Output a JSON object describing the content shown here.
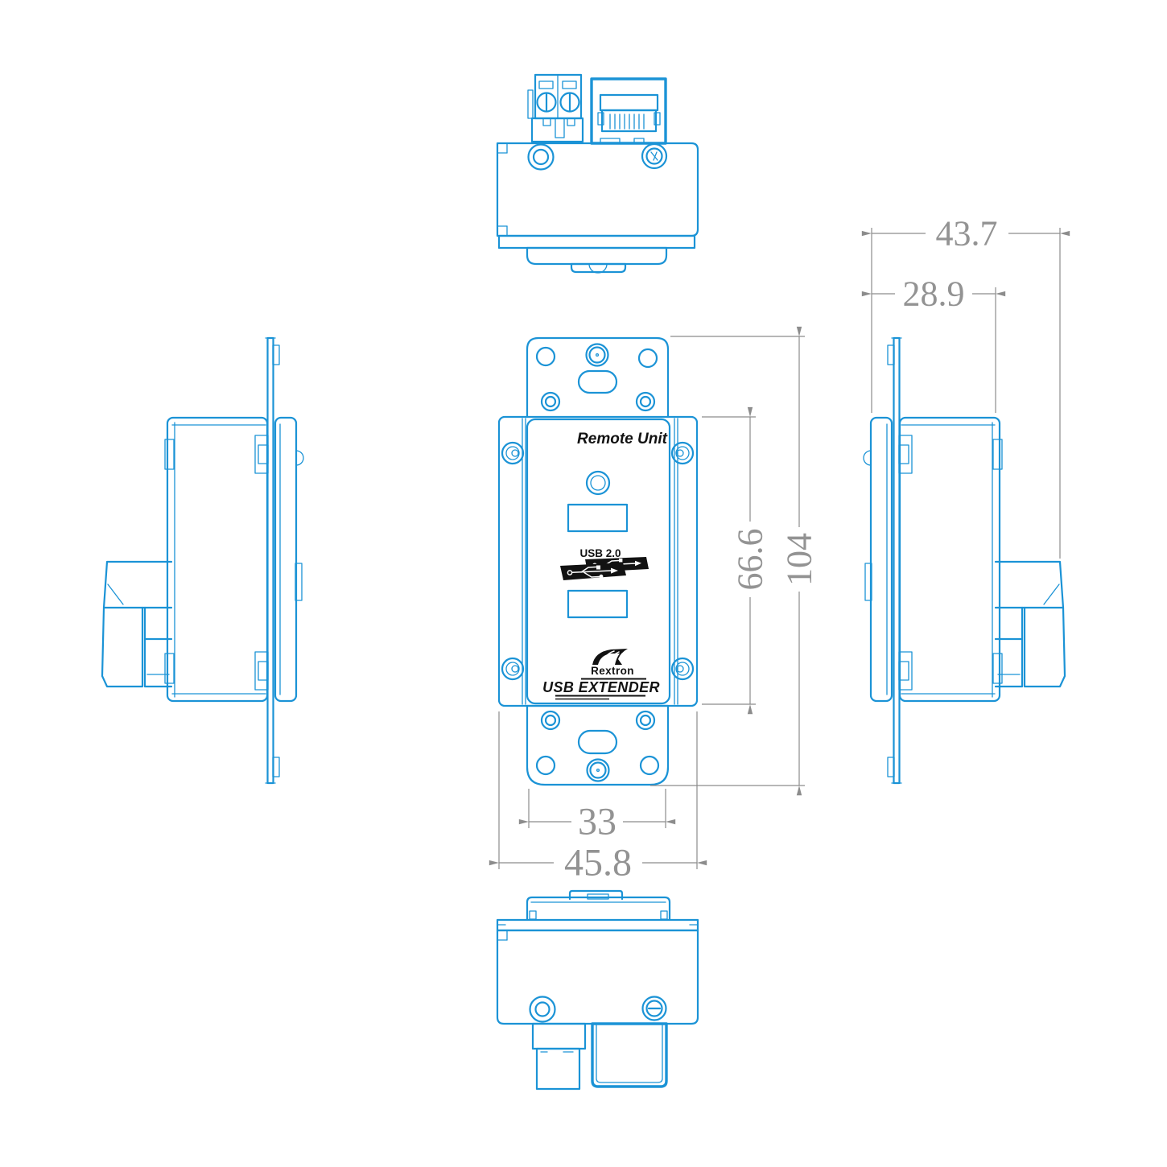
{
  "colors": {
    "blue": "#1b93d6",
    "dimline": "#8c8c8c",
    "dimtext": "#939393",
    "ink": "#121212"
  },
  "front": {
    "label": "Remote Unit",
    "usb_version": "USB 2.0",
    "brand": "Rextron",
    "product": "USB EXTENDER"
  },
  "dimensions": {
    "total_depth": "43.7",
    "box_depth": "28.9",
    "faceplate_height": "66.6",
    "total_height": "104",
    "bracket_width": "33",
    "faceplate_width": "45.8"
  }
}
